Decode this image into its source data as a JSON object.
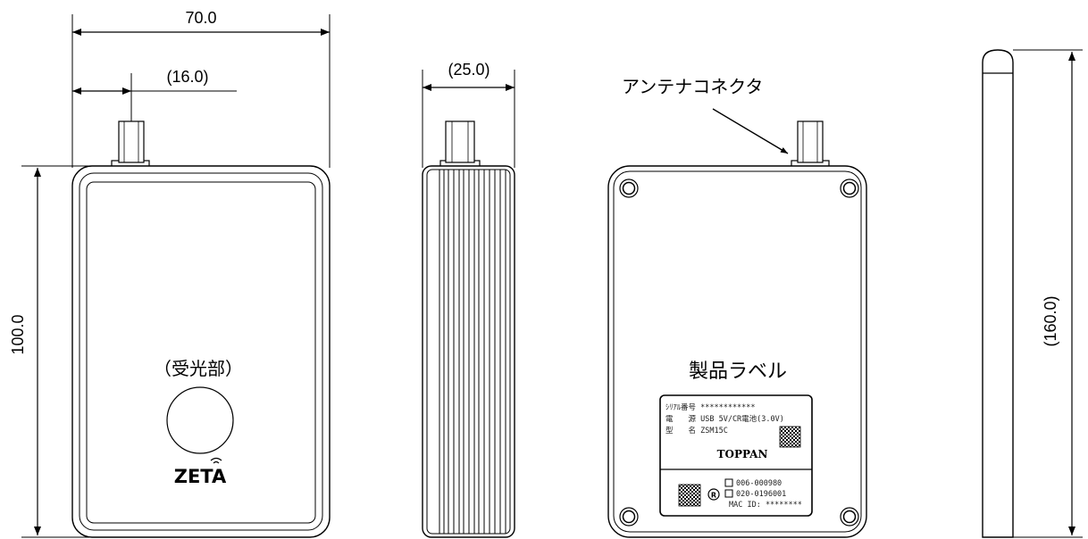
{
  "dimensions": {
    "width": "70.0",
    "antenna_offset": "(16.0)",
    "depth": "(25.0)",
    "height": "100.0",
    "antenna_length": "(160.0)"
  },
  "labels": {
    "light_receiver": "（受光部）",
    "antenna_connector": "アンテナコネクタ",
    "product_label": "製品ラベル",
    "logo": "ZETA"
  },
  "product_label": {
    "serial_line": "ｼﾘｱﾙ番号 ************",
    "power_line": "電　　源 USB 5V/CR電池(3.0V)",
    "model_line": "型　　名 ZSM15C",
    "brand": "TOPPAN",
    "cert_1": "006-000980",
    "cert_2": "020-0196001",
    "mac_line": "MAC ID: ********"
  }
}
